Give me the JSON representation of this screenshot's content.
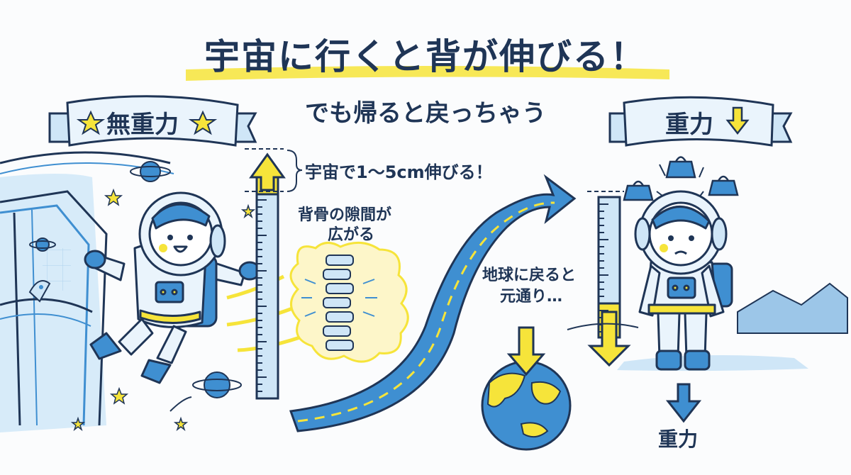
{
  "title": "宇宙に行くと背が伸びる！",
  "subtitle": "でも帰ると戻っちゃう",
  "banners": {
    "left": {
      "label": "無重力",
      "icons": [
        "star-icon",
        "star-icon"
      ]
    },
    "right": {
      "label": "重力",
      "icons": [
        "down-arrow-icon"
      ]
    }
  },
  "callouts": {
    "stretch": "宇宙で1〜5cm伸びる！",
    "spine_line1": "背骨の隙間が",
    "spine_line2": "広がる",
    "return_line1": "地球に戻ると",
    "return_line2": "元通り…"
  },
  "gravity_label": "重力",
  "colors": {
    "navy": "#1f3556",
    "blue": "#3f8fd1",
    "light_blue": "#cfe6f7",
    "yellow": "#f6e43a",
    "cream": "#fdf6c9"
  }
}
